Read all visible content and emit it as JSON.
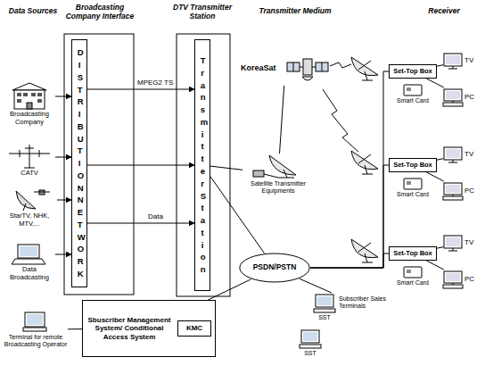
{
  "diagram": {
    "nodes": [
      {
        "text": [
          "Broadcasting Company"
        ]
      },
      {
        "text": [
          "CATV"
        ]
      },
      {
        "text": [
          "StarTV, NHK, MTV,..."
        ]
      },
      {
        "text": [
          "Data Broadcasting"
        ]
      },
      {
        "text": [
          "DISTRIBUTION NETWORK"
        ]
      },
      {
        "text": [
          "Transmitter Station"
        ]
      },
      {
        "text": [
          "KoreaSat"
        ]
      },
      {
        "text": [
          "Satellite Transmitter Equipments"
        ]
      },
      {
        "text": [
          "PSDN/PSTN"
        ]
      },
      {
        "text": [
          "Sbuscriber Management System/ Conditional Access System"
        ]
      },
      {
        "text": [
          "KMC"
        ],
        "in": 9
      },
      {
        "text": [
          "Subscriber Sales Terminals"
        ]
      },
      {
        "text": [
          "Terminal for remote Broadcasting Operator"
        ]
      },
      {
        "text": [
          "Set-Top Box"
        ]
      },
      {
        "text": [
          "Smart Card"
        ]
      },
      {
        "text": [
          "TV"
        ]
      },
      {
        "text": [
          "PC"
        ]
      },
      {
        "text": [
          "Set-Top Box"
        ]
      },
      {
        "text": [
          "Smart Card"
        ]
      },
      {
        "text": [
          "TV"
        ]
      },
      {
        "text": [
          "PC"
        ]
      },
      {
        "text": [
          "Set-Top Box"
        ]
      },
      {
        "text": [
          "Smart Card"
        ]
      },
      {
        "text": [
          "TV"
        ]
      },
      {
        "text": [
          "PC"
        ]
      }
    ],
    "edges": [
      {
        "from": 0,
        "to": 4,
        "arrow": "to"
      },
      {
        "from": 1,
        "to": 4,
        "arrow": "to"
      },
      {
        "from": 2,
        "to": 4,
        "arrow": "to"
      },
      {
        "from": 3,
        "to": 4,
        "arrow": "to"
      },
      {
        "from": 4,
        "to": 5,
        "label": "MPEG2 TS",
        "arrow": "to"
      },
      {
        "from": 4,
        "to": 5,
        "arrow": "to"
      },
      {
        "from": 4,
        "to": 5,
        "label": "Data",
        "arrow": "to"
      },
      {
        "from": 5,
        "to": 7,
        "arrow": "none"
      },
      {
        "from": 7,
        "to": 6,
        "arrow": "none"
      },
      {
        "from": 5,
        "to": 8,
        "arrow": "none"
      },
      {
        "from": 9,
        "to": 8,
        "arrow": "none"
      },
      {
        "from": 11,
        "to": 8,
        "arrow": "none"
      },
      {
        "from": 12,
        "to": 9,
        "arrow": "none"
      },
      {
        "from": 8,
        "to": 13,
        "arrow": "none"
      },
      {
        "from": 8,
        "to": 17,
        "arrow": "none"
      },
      {
        "from": 8,
        "to": 21,
        "arrow": "none"
      },
      {
        "from": 13,
        "to": 15,
        "arrow": "none"
      },
      {
        "from": 13,
        "to": 16,
        "arrow": "none"
      },
      {
        "from": 17,
        "to": 19,
        "arrow": "none"
      },
      {
        "from": 17,
        "to": 20,
        "arrow": "none"
      },
      {
        "from": 21,
        "to": 23,
        "arrow": "none"
      },
      {
        "from": 21,
        "to": 24,
        "arrow": "none"
      }
    ],
    "labels": [
      "Data Sources",
      "Broadcasting Company Interface",
      "DTV Transmitter Station",
      "Transmitter Medium",
      "Receiver",
      "SST",
      "SST"
    ]
  }
}
